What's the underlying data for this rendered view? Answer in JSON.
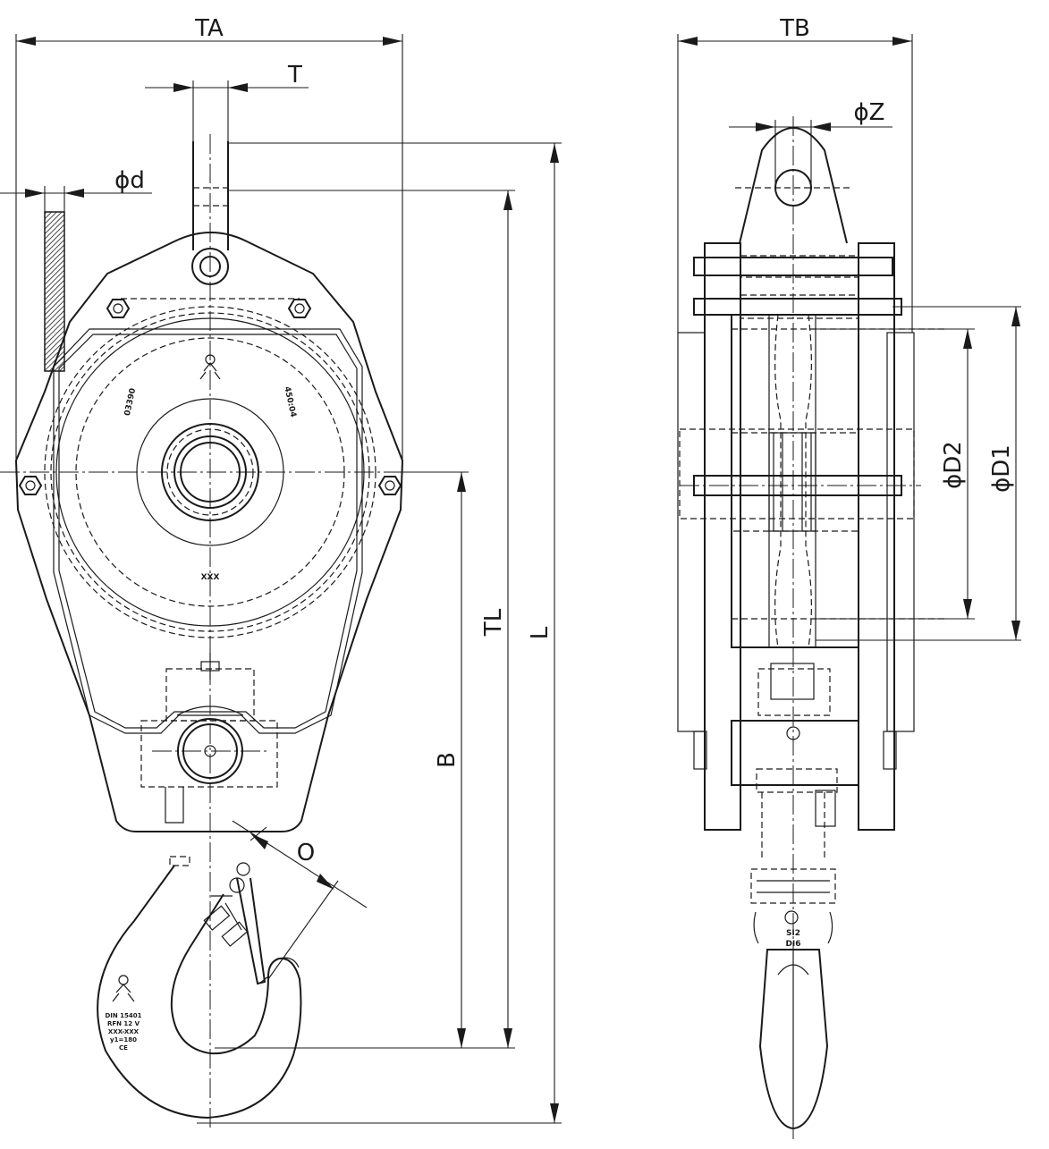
{
  "drawing": {
    "dimensions": {
      "TA": "TA",
      "T": "T",
      "d": "ϕd",
      "TB": "TB",
      "Z": "ϕZ",
      "D2": "ϕD2",
      "D1": "ϕD1",
      "TL": "TL",
      "L": "L",
      "B": "B",
      "O": "O"
    },
    "markings": {
      "drum_left": "03390",
      "drum_right": "450:04",
      "drum_bottom": "XXX",
      "hook_lines": [
        "DIN 15401",
        "RFN 12 V",
        "XXX-XXX",
        "y1=180",
        "CE"
      ],
      "hook_side_top": "SI2",
      "hook_side_bottom": "DI6"
    }
  }
}
